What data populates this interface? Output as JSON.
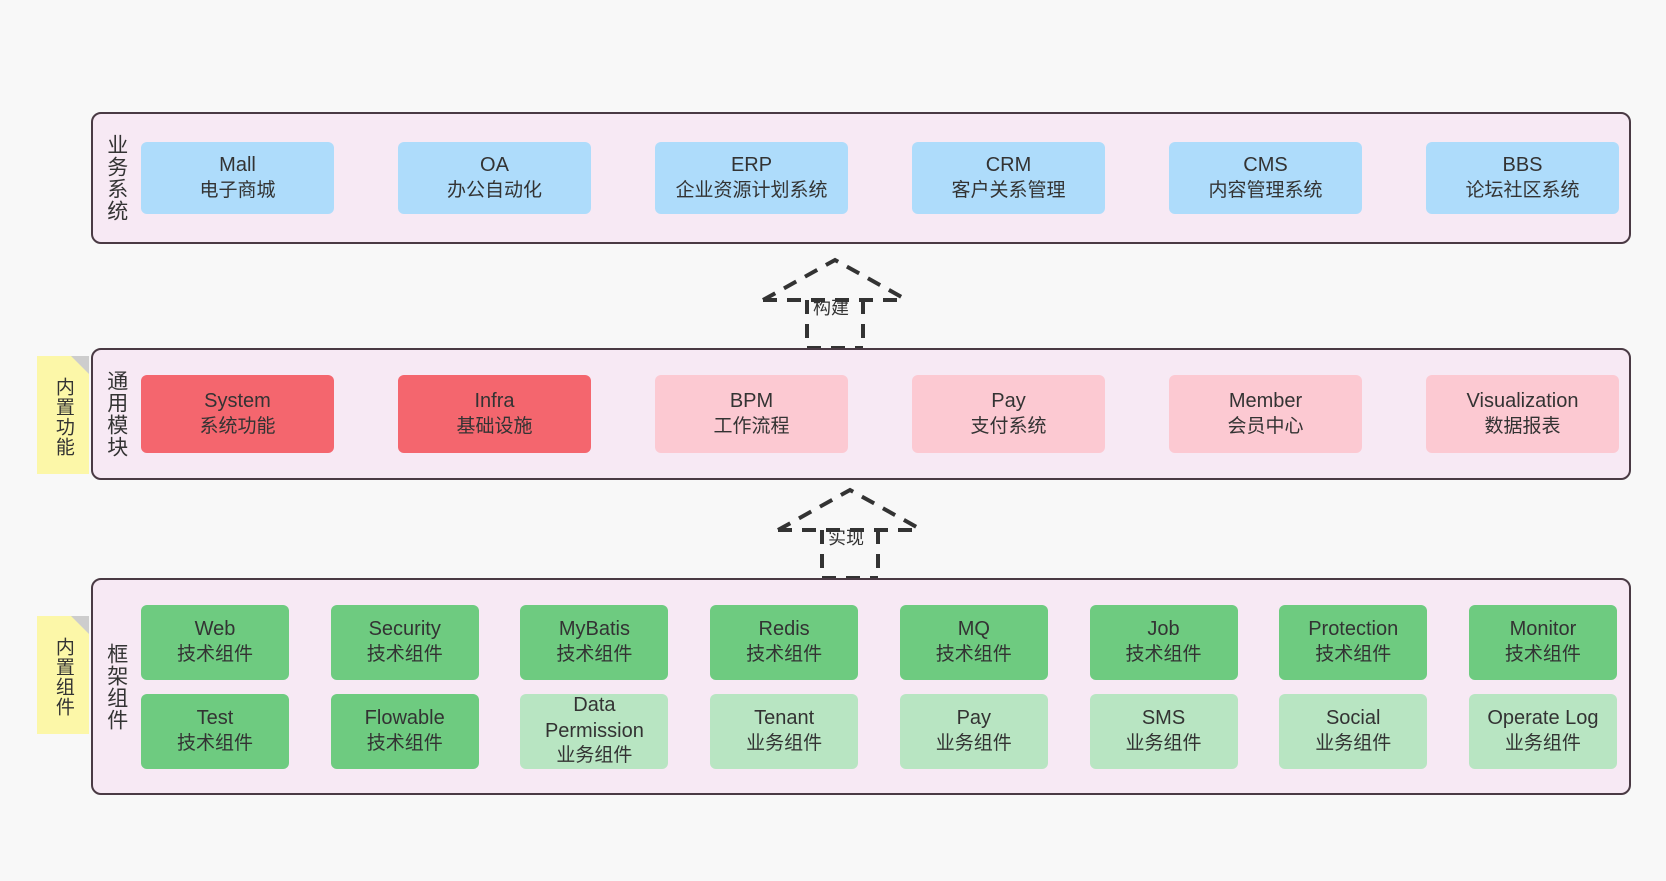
{
  "diagram": {
    "background": "#f8f8f8",
    "panel_bg": "#f7e9f4",
    "panel_border": "#4a3a44",
    "note_bg": "#fcf7a8"
  },
  "notes": [
    {
      "name": "builtin-function",
      "text": "内置功能"
    },
    {
      "name": "builtin-component",
      "text": "内置组件"
    }
  ],
  "arrows": [
    {
      "name": "build",
      "label": "构建",
      "style": "dashed-hollow-triangle-up"
    },
    {
      "name": "implement",
      "label": "实现",
      "style": "dashed-hollow-triangle-up"
    }
  ],
  "layers": [
    {
      "id": "business",
      "title": "业务系统",
      "color": "#aedcfb",
      "rows": [
        [
          {
            "en": "Mall",
            "cn": "电子商城",
            "color": "#aedcfb"
          },
          {
            "en": "OA",
            "cn": "办公自动化",
            "color": "#aedcfb"
          },
          {
            "en": "ERP",
            "cn": "企业资源计划系统",
            "color": "#aedcfb"
          },
          {
            "en": "CRM",
            "cn": "客户关系管理",
            "color": "#aedcfb"
          },
          {
            "en": "CMS",
            "cn": "内容管理系统",
            "color": "#aedcfb"
          },
          {
            "en": "BBS",
            "cn": "论坛社区系统",
            "color": "#aedcfb"
          }
        ]
      ]
    },
    {
      "id": "common",
      "title": "通用模块",
      "color": "#f4666e",
      "rows": [
        [
          {
            "en": "System",
            "cn": "系统功能",
            "color": "#f4666e"
          },
          {
            "en": "Infra",
            "cn": "基础设施",
            "color": "#f4666e"
          },
          {
            "en": "BPM",
            "cn": "工作流程",
            "color": "#fcc9d2"
          },
          {
            "en": "Pay",
            "cn": "支付系统",
            "color": "#fcc9d2"
          },
          {
            "en": "Member",
            "cn": "会员中心",
            "color": "#fcc9d2"
          },
          {
            "en": "Visualization",
            "cn": "数据报表",
            "color": "#fcc9d2"
          }
        ]
      ]
    },
    {
      "id": "framework",
      "title": "框架组件",
      "color": "#6ecb80",
      "rows": [
        [
          {
            "en": "Web",
            "cn": "技术组件",
            "color": "#6ecb80"
          },
          {
            "en": "Security",
            "cn": "技术组件",
            "color": "#6ecb80"
          },
          {
            "en": "MyBatis",
            "cn": "技术组件",
            "color": "#6ecb80"
          },
          {
            "en": "Redis",
            "cn": "技术组件",
            "color": "#6ecb80"
          },
          {
            "en": "MQ",
            "cn": "技术组件",
            "color": "#6ecb80"
          },
          {
            "en": "Job",
            "cn": "技术组件",
            "color": "#6ecb80"
          },
          {
            "en": "Protection",
            "cn": "技术组件",
            "color": "#6ecb80"
          },
          {
            "en": "Monitor",
            "cn": "技术组件",
            "color": "#6ecb80"
          }
        ],
        [
          {
            "en": "Test",
            "cn": "技术组件",
            "color": "#6ecb80"
          },
          {
            "en": "Flowable",
            "cn": "技术组件",
            "color": "#6ecb80"
          },
          {
            "en": "Data Permission",
            "cn": "业务组件",
            "color": "#b8e5c2"
          },
          {
            "en": "Tenant",
            "cn": "业务组件",
            "color": "#b8e5c2"
          },
          {
            "en": "Pay",
            "cn": "业务组件",
            "color": "#b8e5c2"
          },
          {
            "en": "SMS",
            "cn": "业务组件",
            "color": "#b8e5c2"
          },
          {
            "en": "Social",
            "cn": "业务组件",
            "color": "#b8e5c2"
          },
          {
            "en": "Operate Log",
            "cn": "业务组件",
            "color": "#b8e5c2"
          }
        ]
      ]
    }
  ]
}
